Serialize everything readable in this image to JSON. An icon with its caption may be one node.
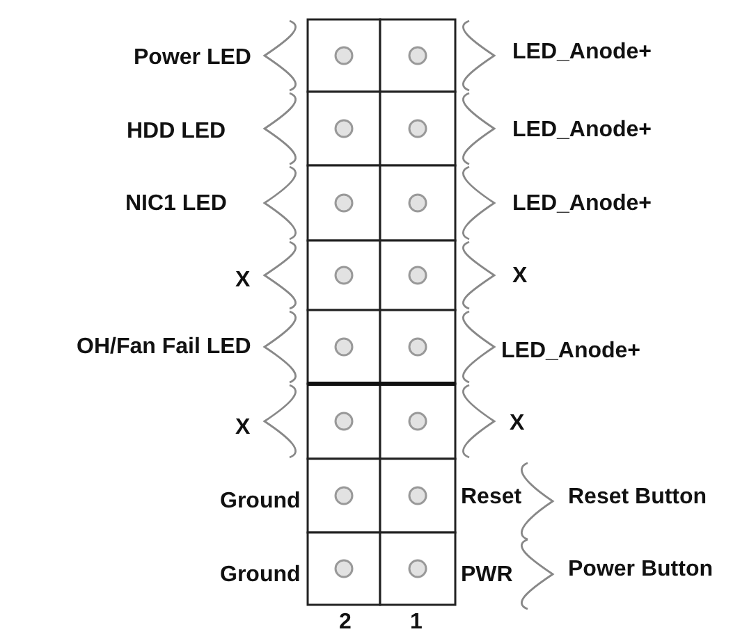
{
  "diagram": {
    "labels": [
      "Power LED",
      "LED_Anode+",
      "HDD LED",
      "LED_Anode+",
      "NIC1 LED",
      "LED_Anode+",
      "X",
      "X",
      "OH/Fan Fail LED",
      "LED_Anode+",
      "X",
      "X",
      "Ground",
      "Reset",
      "Reset Button",
      "Ground",
      "PWR",
      "Power Button",
      "2",
      "1"
    ]
  }
}
